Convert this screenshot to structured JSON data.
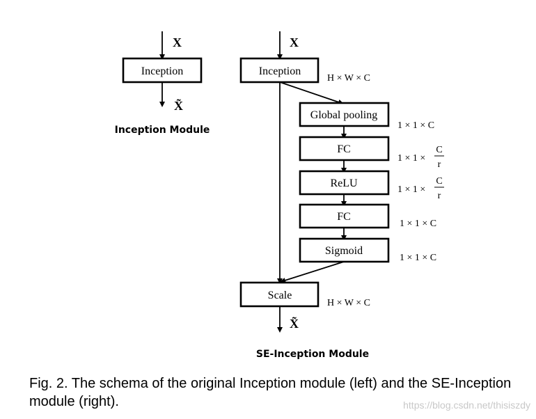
{
  "left_module": {
    "input_label": "X",
    "box_label": "Inception",
    "output_label": "X̃",
    "title": "Inception Module"
  },
  "right_module": {
    "input_label": "X",
    "inception_label": "Inception",
    "inception_dim": "H × W × C",
    "blocks": [
      {
        "label": "Global pooling",
        "dim": "1 × 1 × C"
      },
      {
        "label": "FC",
        "dim_prefix": "1 × 1 ×",
        "dim_num": "C",
        "dim_den": "r"
      },
      {
        "label": "ReLU",
        "dim_prefix": "1 × 1 ×",
        "dim_num": "C",
        "dim_den": "r"
      },
      {
        "label": "FC",
        "dim": "1 × 1 × C"
      },
      {
        "label": "Sigmoid",
        "dim": "1 × 1 × C"
      }
    ],
    "scale_label": "Scale",
    "scale_dim": "H × W × C",
    "output_label": "X̃",
    "title": "SE-Inception Module"
  },
  "caption": "Fig. 2. The schema of the original Inception module (left) and the SE-Inception module (right).",
  "watermark": "https://blog.csdn.net/thisiszdy"
}
